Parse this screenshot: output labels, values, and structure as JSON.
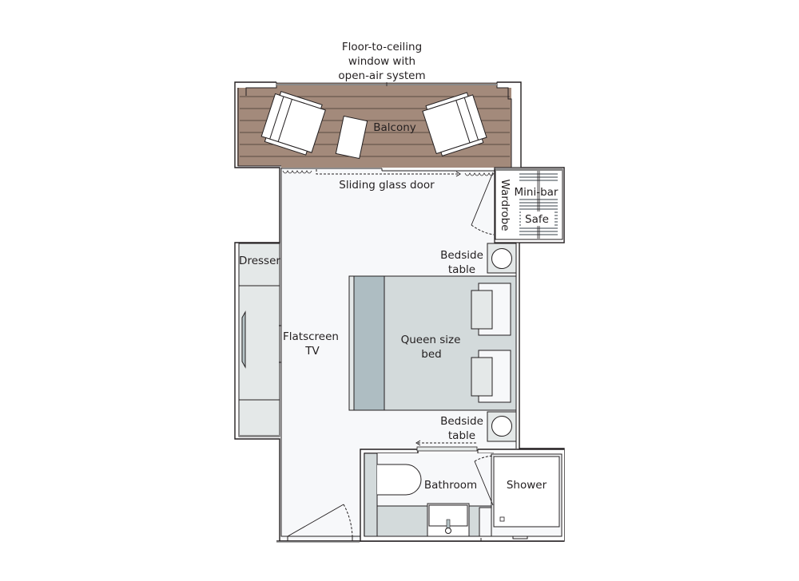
{
  "title": "Cabin floor plan",
  "colors": {
    "floor": "#f7f8fa",
    "deck": "#a38a7b",
    "deck_lines": "#5a4a40",
    "furniture_fill": "#e4e8e8",
    "bed_fill": "#d3dadb",
    "headboard_fill": "#aebdc2",
    "wall_stroke": "#231f20"
  },
  "labels": {
    "window_line1": "Floor-to-ceiling",
    "window_line2": "window with",
    "window_line3": "open-air system",
    "balcony": "Balcony",
    "sliding_door": "Sliding glass door",
    "wardrobe": "Wardrobe",
    "minibar": "Mini-bar",
    "safe": "Safe",
    "dresser": "Dresser",
    "tv_line1": "Flatscreen",
    "tv_line2": "TV",
    "bedside_top_line1": "Bedside",
    "bedside_top_line2": "table",
    "bed_line1": "Queen size",
    "bed_line2": "bed",
    "bedside_bottom_line1": "Bedside",
    "bedside_bottom_line2": "table",
    "bathroom": "Bathroom",
    "shower": "Shower"
  },
  "icons": {
    "armchair": "armchair-icon",
    "side_table": "side-table-icon",
    "bed": "bed-icon",
    "pillow": "pillow-icon",
    "lamp_table": "round-table-icon",
    "tv": "tv-icon",
    "bathtub": "bathtub-icon",
    "sink": "sink-icon",
    "door_swing": "door-swing-icon",
    "curtain": "curtain-icon"
  }
}
